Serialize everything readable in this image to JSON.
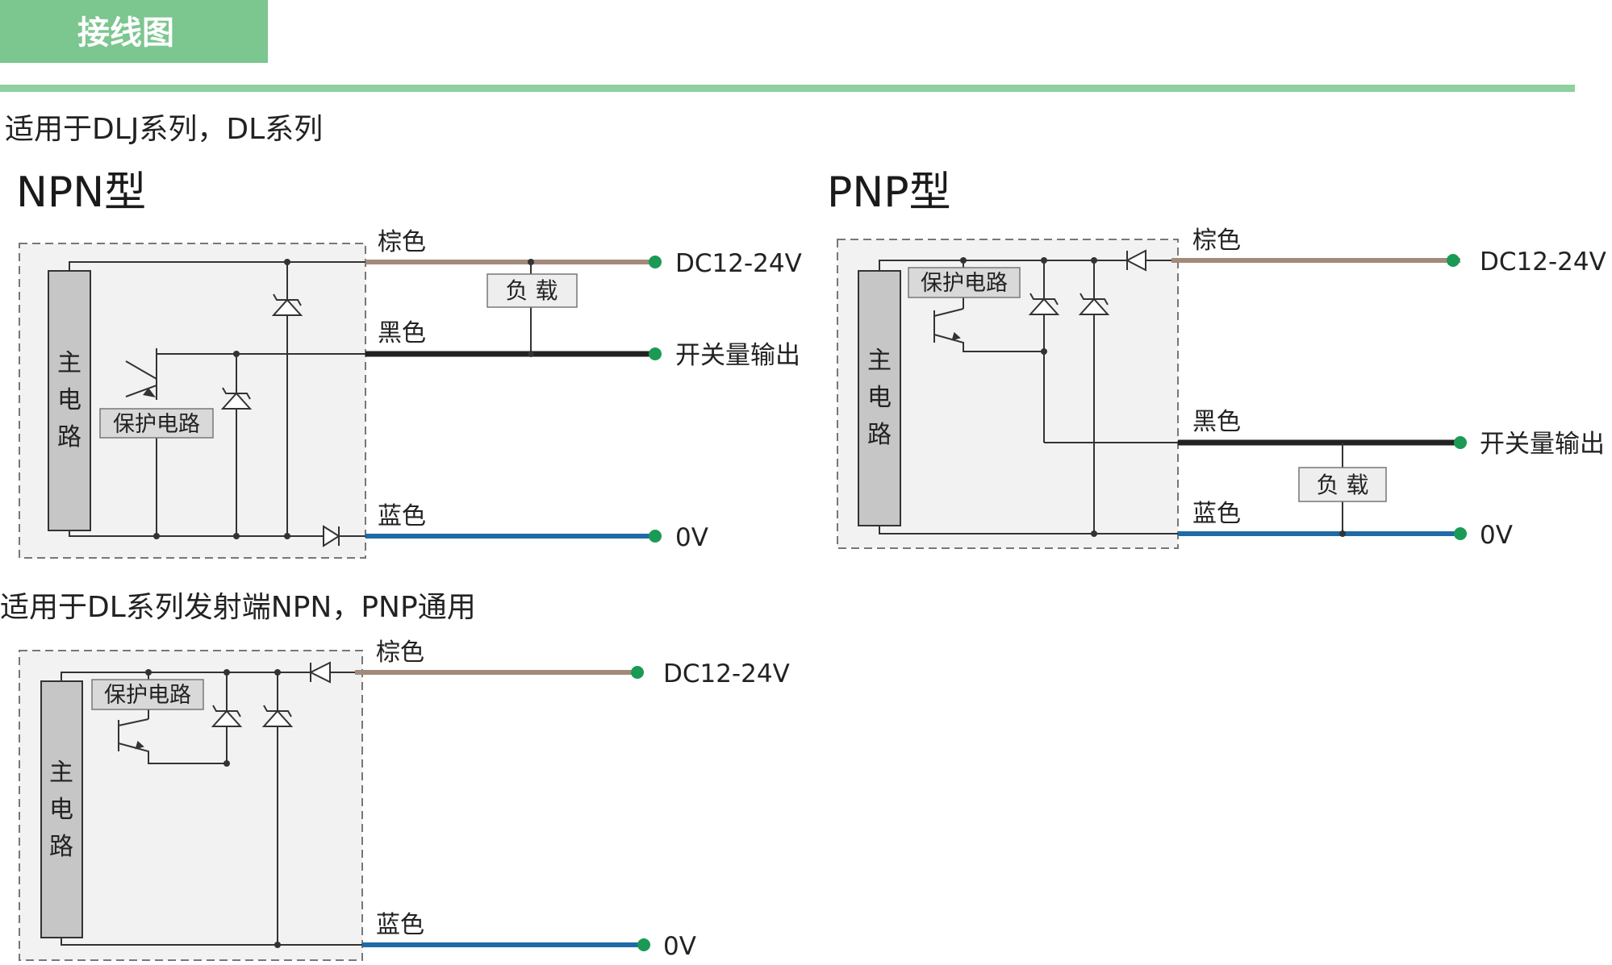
{
  "header": {
    "title": "接线图"
  },
  "colors": {
    "header_bg": "#7cc68f",
    "rule": "#8fd0a0",
    "brown": "#a28a7a",
    "black": "#222222",
    "blue": "#1e6ba6",
    "terminal": "#1a9a55",
    "box_bg": "#f2f2f2",
    "main_block": "#c6c6c6",
    "label_bg": "#d9d9d9"
  },
  "sections": [
    {
      "caption": "适用于DLJ系列，DL系列"
    },
    {
      "caption": "适用于DL系列发射端NPN，PNP通用"
    }
  ],
  "diagrams": {
    "npn": {
      "title": "NPN型",
      "main_circuit": [
        "主",
        "电",
        "路"
      ],
      "protection": "保护电路",
      "load": "负 载",
      "wires": [
        {
          "color": "棕色",
          "terminal": "DC12-24V"
        },
        {
          "color": "黑色",
          "terminal": "开关量输出"
        },
        {
          "color": "蓝色",
          "terminal": "0V"
        }
      ]
    },
    "pnp": {
      "title": "PNP型",
      "main_circuit": [
        "主",
        "电",
        "路"
      ],
      "protection": "保护电路",
      "load": "负 载",
      "wires": [
        {
          "color": "棕色",
          "terminal": "DC12-24V"
        },
        {
          "color": "黑色",
          "terminal": "开关量输出"
        },
        {
          "color": "蓝色",
          "terminal": "0V"
        }
      ]
    },
    "emitter": {
      "main_circuit": [
        "主",
        "电",
        "路"
      ],
      "protection": "保护电路",
      "wires": [
        {
          "color": "棕色",
          "terminal": "DC12-24V"
        },
        {
          "color": "蓝色",
          "terminal": "0V"
        }
      ]
    }
  }
}
